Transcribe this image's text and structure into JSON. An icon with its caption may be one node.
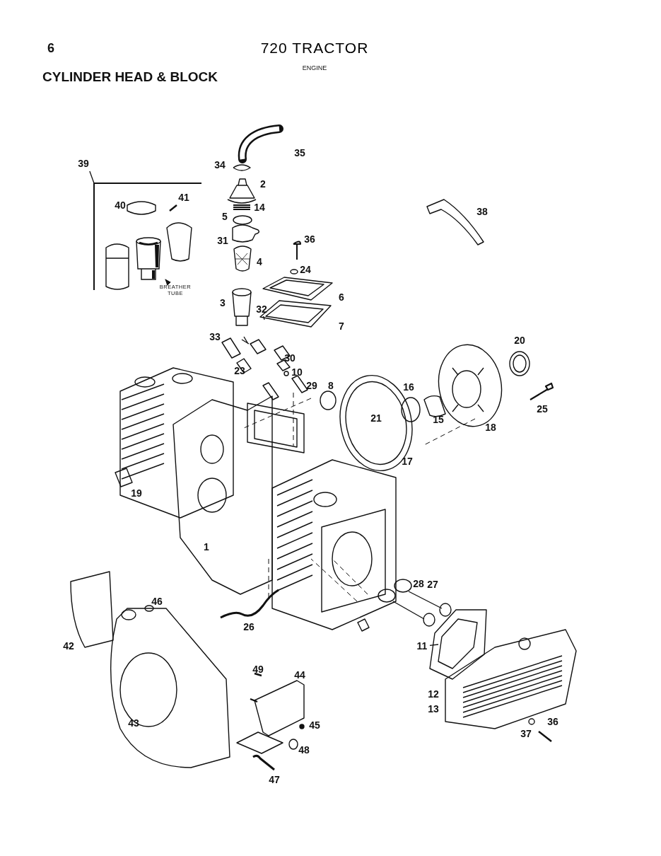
{
  "diagram": {
    "title": "720 TRACTOR",
    "nodes": [
      {
        "text": [
          "39"
        ]
      },
      {
        "text": [],
        "shape": "box"
      },
      {
        "text": [
          "BREATHER TUBE"
        ],
        "in": 1
      },
      {
        "text": [],
        "shape": "picture",
        "in": 1
      },
      {
        "text": [
          "32"
        ]
      },
      {
        "text": [
          "11"
        ]
      }
    ],
    "edges": [
      {
        "from": 0,
        "to": 1,
        "arrow": "none"
      },
      {
        "from": 2,
        "to": 3,
        "arrow": "to"
      },
      {
        "from": 4,
        "to": null,
        "arrow": "none"
      },
      {
        "from": 5,
        "to": null,
        "arrow": "none"
      }
    ],
    "labels": [
      "6",
      "ENGINE",
      "CYLINDER HEAD & BLOCK",
      "35",
      "34",
      "2",
      "41",
      "40",
      "14",
      "38",
      "5",
      "31",
      "36",
      "4",
      "24",
      "6",
      "3",
      "7",
      "33",
      "20",
      "30",
      "23",
      "10",
      "29",
      "8",
      "16",
      "25",
      "21",
      "15",
      "18",
      "17",
      "19",
      "1",
      "28",
      "27",
      "46",
      "26",
      "42",
      "49",
      "44",
      "12",
      "45",
      "13",
      "43",
      "36",
      "37",
      "48",
      "47"
    ]
  }
}
